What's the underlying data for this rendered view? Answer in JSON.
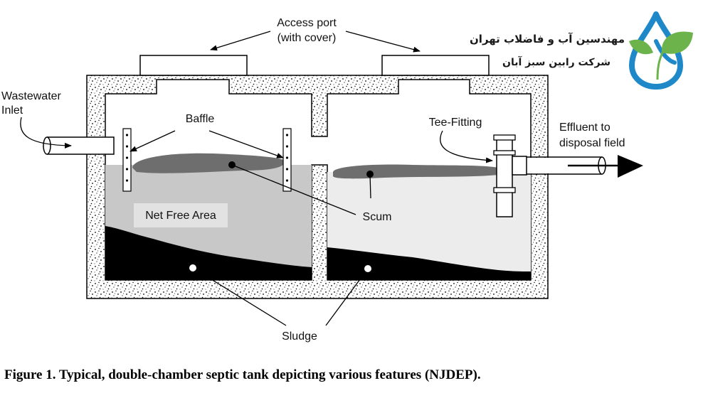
{
  "diagram": {
    "labels": {
      "access_port_line1": "Access port",
      "access_port_line2": "(with cover)",
      "wastewater_line1": "Wastewater",
      "wastewater_line2": "Inlet",
      "baffle": "Baffle",
      "net_free_area": "Net Free Area",
      "scum": "Scum",
      "sludge": "Sludge",
      "tee_fitting": "Tee-Fitting",
      "effluent_line1": "Effluent to",
      "effluent_line2": "disposal field"
    },
    "caption": "Figure 1.  Typical, double-chamber septic tank depicting various features (NJDEP)."
  },
  "logo": {
    "line1": "مهندسین آب و فاضلاب تهران",
    "line2": "شرکت رابین سبز آبان",
    "colors": {
      "drop": "#1e88c9",
      "leaf": "#6bb34a"
    }
  },
  "colors": {
    "concrete_fill": "#ffffff",
    "outline": "#000000",
    "liquid_left": "#c8c8c8",
    "liquid_right": "#ececec",
    "sludge": "#000000",
    "scum": "#6e6e6e",
    "net_free_box": "#e2e2e2"
  }
}
